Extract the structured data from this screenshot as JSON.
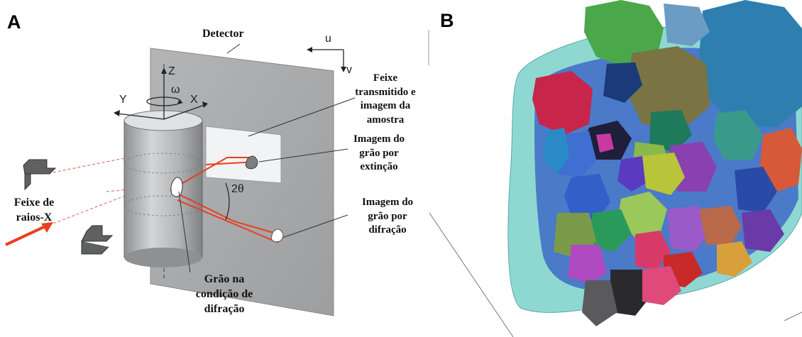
{
  "panel_a": {
    "label": "A",
    "detector": "Detector",
    "axes": {
      "u": "u",
      "v": "v",
      "z": "Z",
      "omega": "ω",
      "x": "X",
      "y": "Y",
      "two_theta": "2θ"
    },
    "transmitted": [
      "Feixe",
      "transmitido e",
      "imagem da",
      "amostra"
    ],
    "extinction": [
      "Imagem do",
      "grão por",
      "extinção"
    ],
    "diffraction": [
      "Imagem do",
      "grão por",
      "difração"
    ],
    "grain": [
      "Grão na",
      "condição de",
      "difração"
    ],
    "beam": [
      "Feixe de",
      "raios-X"
    ]
  },
  "panel_b": {
    "label": "B"
  },
  "colors": {
    "beam": "#e8401e",
    "detector": "#a9abad",
    "cylinder": "#b7b9bb"
  }
}
